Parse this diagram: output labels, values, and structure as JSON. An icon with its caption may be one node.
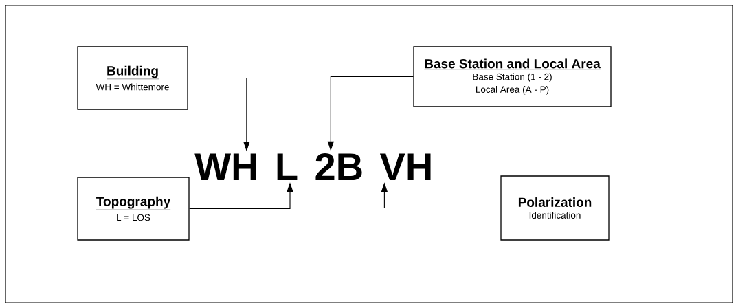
{
  "diagram": {
    "nodes": [
      {
        "text": [
          "Building",
          "WH = Whittemore"
        ]
      },
      {
        "text": [
          "Base Station and Local Area",
          "Base Station (1 - 2)",
          "Local Area (A - P)"
        ]
      },
      {
        "text": [
          "Topography",
          "L = LOS"
        ]
      },
      {
        "text": [
          "Polarization",
          "Identification"
        ]
      },
      {
        "text": [
          "WH"
        ]
      },
      {
        "text": [
          "L"
        ]
      },
      {
        "text": [
          "2B"
        ]
      },
      {
        "text": [
          "VH"
        ]
      }
    ],
    "edges": [
      {
        "from": 0,
        "to": 4,
        "arrow": "to"
      },
      {
        "from": 1,
        "to": 6,
        "arrow": "to"
      },
      {
        "from": 2,
        "to": 5,
        "arrow": "to"
      },
      {
        "from": 3,
        "to": 7,
        "arrow": "to"
      }
    ]
  }
}
